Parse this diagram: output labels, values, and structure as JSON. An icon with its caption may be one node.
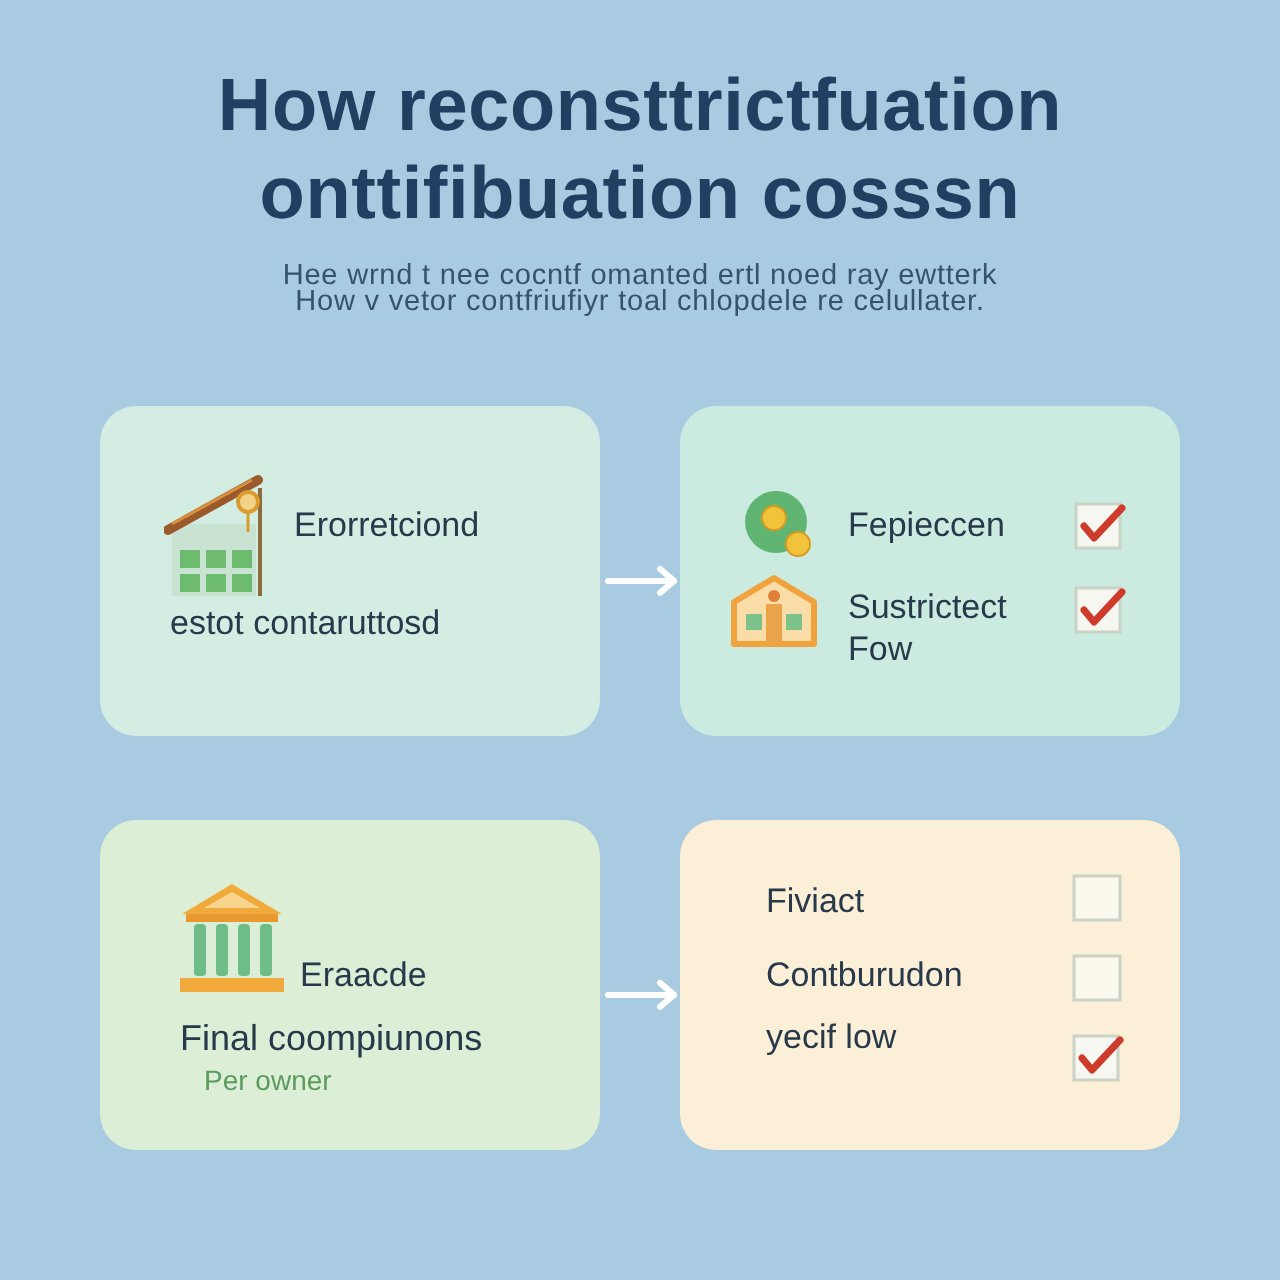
{
  "diagram": {
    "title": "How reconsttrictfuation onttifibuation cosssn",
    "nodes": [
      {
        "text": [
          "Erorretciond",
          "estot contaruttosd"
        ]
      },
      {
        "text": [
          "Fepieccen",
          "Sustrictect Fow"
        ]
      },
      {
        "text": [
          "Eraacde",
          "Final coompiunons",
          "Per owner"
        ]
      },
      {
        "text": [
          "Fiviact",
          "Contburudon",
          "yecif low"
        ]
      }
    ],
    "edges": [
      {
        "from": 0,
        "to": 1,
        "arrow": "to"
      },
      {
        "from": 2,
        "to": 3,
        "arrow": "to"
      }
    ],
    "labels": [
      "Hee wrnd t nee cocntf omanted ertl noed ray ewtterk How v vetor contfriufiyr toal chlopdele re celullater."
    ]
  }
}
